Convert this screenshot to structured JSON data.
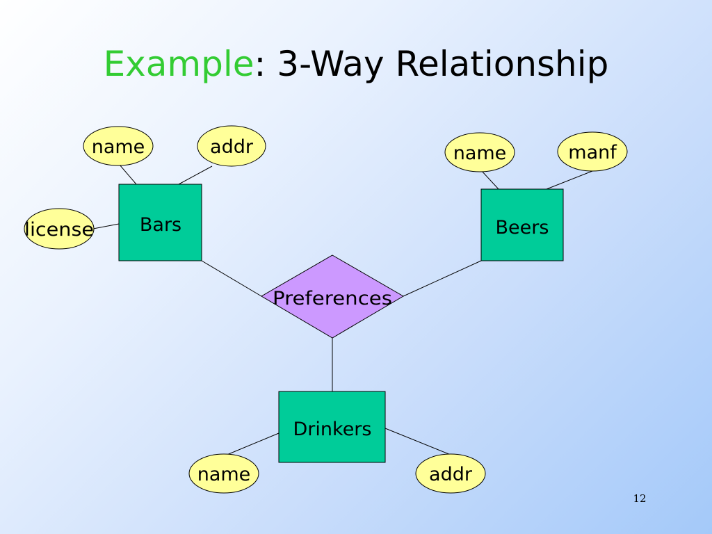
{
  "slide": {
    "title_accent": "Example",
    "title_rest": ": 3-Way Relationship",
    "page_number": "12"
  },
  "colors": {
    "entity_fill": "#00cc99",
    "attribute_fill": "#ffff99",
    "relationship_fill": "#cc99ff",
    "title_accent": "#33cc33"
  },
  "diagram": {
    "entities": {
      "bars": "Bars",
      "beers": "Beers",
      "drinkers": "Drinkers"
    },
    "relationship": {
      "preferences": "Preferences"
    },
    "attributes": {
      "bars_name": "name",
      "bars_addr": "addr",
      "bars_license": "license",
      "beers_name": "name",
      "beers_manf": "manf",
      "drinkers_name": "name",
      "drinkers_addr": "addr"
    }
  }
}
